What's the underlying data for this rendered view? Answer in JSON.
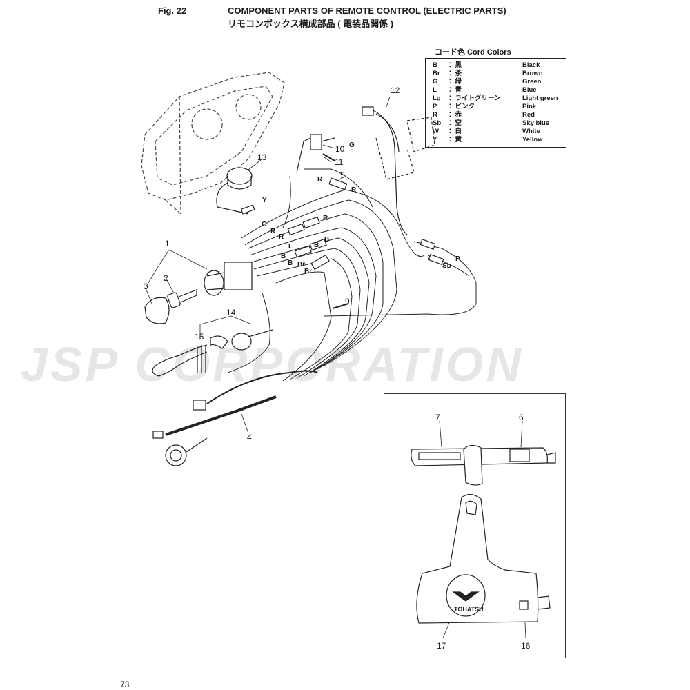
{
  "header": {
    "fig_label": "Fig. 22",
    "title_en": "COMPONENT PARTS OF REMOTE CONTROL (ELECTRIC PARTS)",
    "title_ja": "リモコンボックス構成部品 ( 電装品関係 )"
  },
  "legend": {
    "title": "コード色   Cord Colors",
    "rows": [
      {
        "code": "B",
        "ja": "：黒",
        "en": "Black"
      },
      {
        "code": "Br",
        "ja": "：茶",
        "en": "Brown"
      },
      {
        "code": "G",
        "ja": "：緑",
        "en": "Green"
      },
      {
        "code": "L",
        "ja": "：青",
        "en": "Blue"
      },
      {
        "code": "Lg",
        "ja": "：ライトグリーン",
        "en": "Light green"
      },
      {
        "code": "P",
        "ja": "：ピンク",
        "en": "Pink"
      },
      {
        "code": "R",
        "ja": "：赤",
        "en": "Red"
      },
      {
        "code": "Sb",
        "ja": "：空",
        "en": "Sky blue"
      },
      {
        "code": "W",
        "ja": "：白",
        "en": "White"
      },
      {
        "code": "Y",
        "ja": "：黄",
        "en": "Yellow"
      }
    ]
  },
  "watermark": "JSP CORPORATION",
  "callouts": [
    "1",
    "2",
    "3",
    "4",
    "5",
    "6",
    "7",
    "9",
    "10",
    "11",
    "12",
    "13",
    "14",
    "15",
    "16",
    "17"
  ],
  "wire_labels": [
    "Y",
    "R",
    "R",
    "G",
    "G",
    "R",
    "R",
    "R",
    "L",
    "B",
    "B",
    "B",
    "B",
    "Br",
    "Br",
    "P",
    "Sb"
  ],
  "brand_logo": "TOHATSU",
  "page_number": "73"
}
